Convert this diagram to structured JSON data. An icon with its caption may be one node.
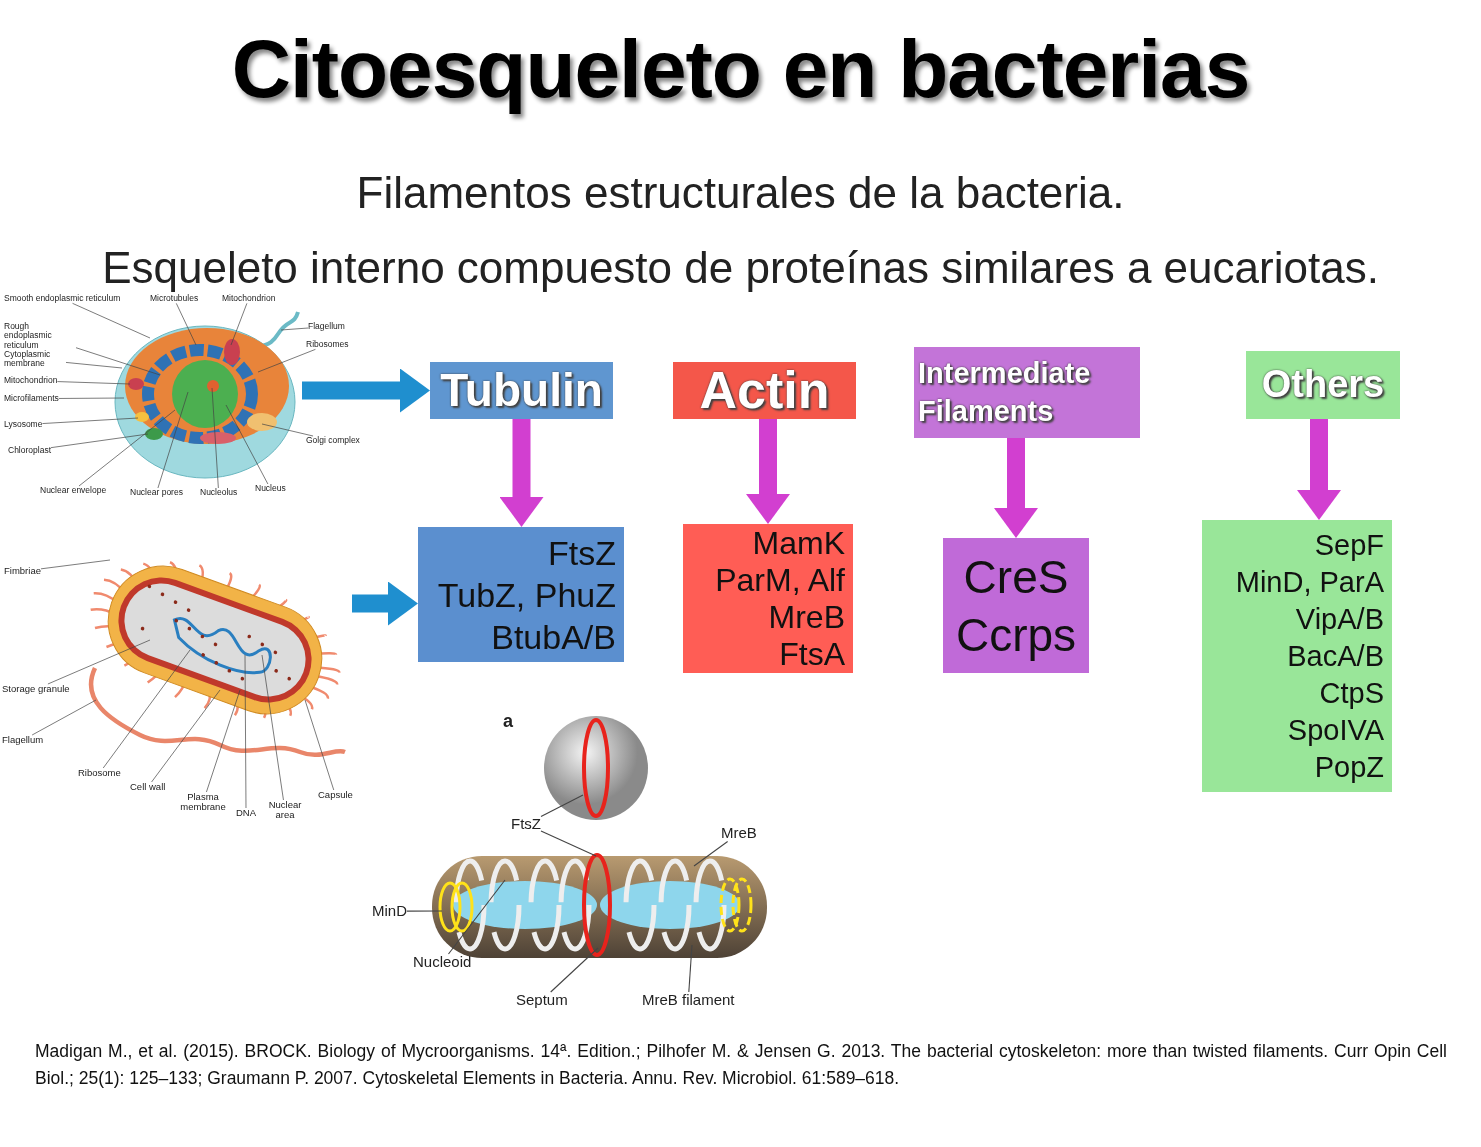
{
  "diagram": {
    "title": "Citoesqueleto en bacterias",
    "nodes": [
      {
        "text": [],
        "shape": "picture"
      },
      {
        "text": [
          "Tubulin"
        ]
      },
      {
        "text": [
          "Actin"
        ]
      },
      {
        "text": [
          "Intermediate Filaments"
        ]
      },
      {
        "text": [
          "Others"
        ]
      },
      {
        "text": [
          "FtsZ",
          "TubZ, PhuZ",
          "BtubA/B"
        ]
      },
      {
        "text": [
          "MamK",
          "ParM, Alf",
          "MreB",
          "FtsA"
        ]
      },
      {
        "text": [
          "CreS",
          "Ccrps"
        ]
      },
      {
        "text": [
          "SepF",
          "MinD, ParA",
          "VipA/B",
          "BacA/B",
          "CtpS",
          "SpoIVA",
          "PopZ"
        ]
      },
      {
        "text": [],
        "shape": "picture"
      },
      {
        "text": [
          "Smooth endoplasmic reticulum"
        ]
      },
      {
        "text": [
          "Microtubules"
        ]
      },
      {
        "text": [
          "Mitochondrion"
        ]
      },
      {
        "text": [
          "Rough endoplasmic reticulum"
        ]
      },
      {
        "text": [
          "Flagellum"
        ]
      },
      {
        "text": [
          "Cytoplasmic membrane"
        ]
      },
      {
        "text": [
          "Mitochondrion"
        ]
      },
      {
        "text": [
          "Ribosomes"
        ]
      },
      {
        "text": [
          "Microfilaments"
        ]
      },
      {
        "text": [
          "Lysosome"
        ]
      },
      {
        "text": [
          "Golgi complex"
        ]
      },
      {
        "text": [
          "Chloroplast"
        ]
      },
      {
        "text": [
          "Nuclear envelope"
        ]
      },
      {
        "text": [
          "Nuclear pores"
        ]
      },
      {
        "text": [
          "Nucleolus"
        ]
      },
      {
        "text": [
          "Nucleus"
        ]
      },
      {
        "text": [
          "Fimbriae"
        ]
      },
      {
        "text": [
          "Storage granule"
        ]
      },
      {
        "text": [
          "Flagellum"
        ]
      },
      {
        "text": [
          "Ribosome"
        ]
      },
      {
        "text": [
          "Cell wall"
        ]
      },
      {
        "text": [
          "Plasma membrane"
        ]
      },
      {
        "text": [
          "DNA"
        ]
      },
      {
        "text": [
          "Nuclear area"
        ]
      },
      {
        "text": [
          "Capsule"
        ]
      },
      {
        "text": [
          "FtsZ"
        ]
      },
      {
        "text": [
          "MreB"
        ]
      },
      {
        "text": [
          "MinD"
        ]
      },
      {
        "text": [
          "Nucleoid"
        ]
      },
      {
        "text": [
          "Septum"
        ]
      },
      {
        "text": [
          "MreB filament"
        ]
      }
    ],
    "edges": [
      {
        "from": 0,
        "to": 1,
        "arrow": "to",
        "style": "thick",
        "color": "#1f8fcf"
      },
      {
        "from": 9,
        "to": 5,
        "arrow": "to",
        "style": "thick",
        "color": "#1f8fcf"
      },
      {
        "from": 1,
        "to": 5,
        "arrow": "to",
        "style": "thick",
        "color": "#d23fd0"
      },
      {
        "from": 2,
        "to": 6,
        "arrow": "to",
        "style": "thick",
        "color": "#d23fd0"
      },
      {
        "from": 3,
        "to": 7,
        "arrow": "to",
        "style": "thick",
        "color": "#d23fd0"
      },
      {
        "from": 4,
        "to": 8,
        "arrow": "to",
        "style": "thick",
        "color": "#d23fd0"
      },
      {
        "from": 10,
        "to": 0,
        "arrow": "none"
      },
      {
        "from": 11,
        "to": 0,
        "arrow": "none"
      },
      {
        "from": 12,
        "to": 0,
        "arrow": "none"
      },
      {
        "from": 13,
        "to": 0,
        "arrow": "none"
      },
      {
        "from": 14,
        "to": 0,
        "arrow": "none"
      },
      {
        "from": 15,
        "to": 0,
        "arrow": "none"
      },
      {
        "from": 16,
        "to": 0,
        "arrow": "none"
      },
      {
        "from": 17,
        "to": 0,
        "arrow": "none"
      },
      {
        "from": 18,
        "to": 0,
        "arrow": "none"
      },
      {
        "from": 19,
        "to": 0,
        "arrow": "none"
      },
      {
        "from": 20,
        "to": 0,
        "arrow": "none"
      },
      {
        "from": 21,
        "to": 0,
        "arrow": "none"
      },
      {
        "from": 22,
        "to": 0,
        "arrow": "none"
      },
      {
        "from": 23,
        "to": 0,
        "arrow": "none"
      },
      {
        "from": 24,
        "to": 0,
        "arrow": "none"
      },
      {
        "from": 25,
        "to": 0,
        "arrow": "none"
      },
      {
        "from": 26,
        "to": 9,
        "arrow": "none"
      },
      {
        "from": 27,
        "to": 9,
        "arrow": "none"
      },
      {
        "from": 28,
        "to": 9,
        "arrow": "none"
      },
      {
        "from": 29,
        "to": 9,
        "arrow": "none"
      },
      {
        "from": 30,
        "to": 9,
        "arrow": "none"
      },
      {
        "from": 31,
        "to": 9,
        "arrow": "none"
      },
      {
        "from": 32,
        "to": 9,
        "arrow": "none"
      },
      {
        "from": 33,
        "to": 9,
        "arrow": "none"
      },
      {
        "from": 34,
        "to": 9,
        "arrow": "none"
      },
      {
        "from": 35,
        "to": null,
        "arrow": "none"
      },
      {
        "from": 35,
        "to": null,
        "arrow": "none"
      },
      {
        "from": 36,
        "to": null,
        "arrow": "none"
      },
      {
        "from": 37,
        "to": null,
        "arrow": "none"
      },
      {
        "from": 38,
        "to": null,
        "arrow": "none"
      },
      {
        "from": 39,
        "to": null,
        "arrow": "none"
      },
      {
        "from": 40,
        "to": null,
        "arrow": "none"
      }
    ],
    "labels": [
      "Filamentos estructurales de la bacteria.",
      "Esqueleto interno compuesto de proteínas similares a eucariotas.",
      "a"
    ],
    "caption": "Madigan M., et al. (2015). BROCK. Biology of Mycroorganisms. 14ª. Edition.; Pilhofer M. & Jensen G. 2013. The bacterial cytoskeleton: more than twisted filaments. Curr Opin Cell Biol.; 25(1): 125–133; Graumann P. 2007. Cytoskeletal Elements in Bacteria. Annu. Rev. Microbiol. 61:589–618."
  }
}
